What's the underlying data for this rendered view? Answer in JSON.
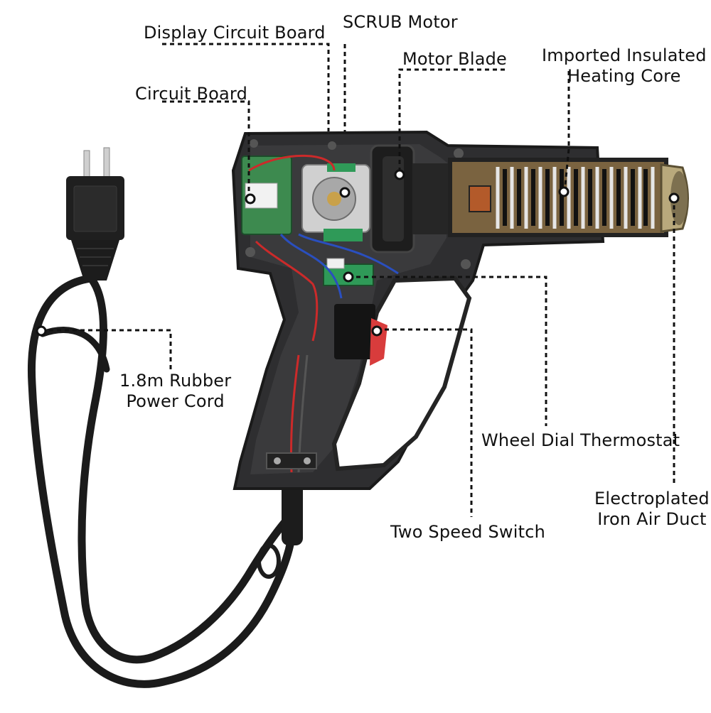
{
  "colors": {
    "background": "#ffffff",
    "housing": "#2e2e30",
    "leader": "#111111",
    "pcb": "#2f9a58",
    "heating_core": "#6f5a3a",
    "trigger": "#d83c3c",
    "duct": "#a89870"
  },
  "labels": {
    "display_circuit_board": "Display Circuit Board",
    "scrub_motor": "SCRUB Motor",
    "motor_blade": "Motor Blade",
    "heating_core": [
      "Imported Insulated",
      "Heating Core"
    ],
    "circuit_board": "Circuit Board",
    "power_cord": [
      "1.8m Rubber",
      "Power Cord"
    ],
    "thermostat": "Wheel Dial Thermostat",
    "air_duct": [
      "Electroplated",
      "Iron Air Duct"
    ],
    "speed_switch": "Two Speed Switch"
  }
}
